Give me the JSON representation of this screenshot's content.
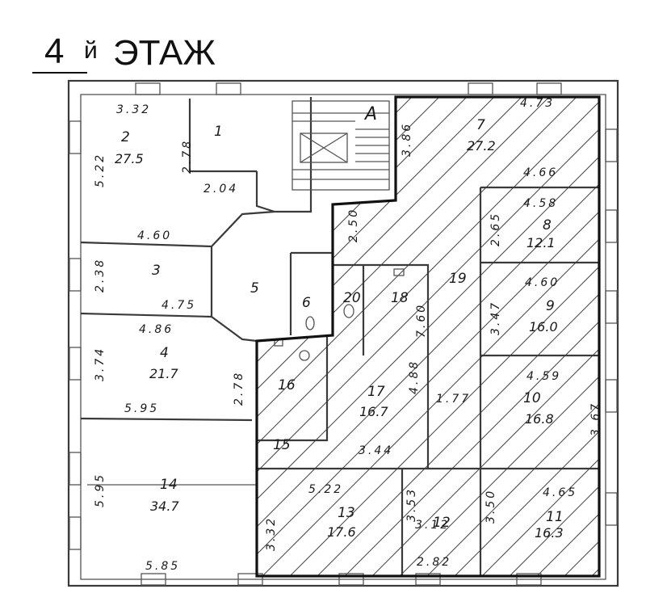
{
  "floor_number": "4",
  "floor_suffix": "й",
  "floor_word": "ЭТАЖ",
  "staircase_label": "А",
  "rooms": [
    {
      "id": "r1",
      "number": "1",
      "area": ""
    },
    {
      "id": "r2",
      "number": "2",
      "area": "27.5"
    },
    {
      "id": "r3",
      "number": "3",
      "area": ""
    },
    {
      "id": "r4",
      "number": "4",
      "area": "21.7"
    },
    {
      "id": "r5",
      "number": "5",
      "area": ""
    },
    {
      "id": "r6",
      "number": "6",
      "area": ""
    },
    {
      "id": "r7",
      "number": "7",
      "area": "27.2"
    },
    {
      "id": "r8",
      "number": "8",
      "area": "12.1"
    },
    {
      "id": "r9",
      "number": "9",
      "area": "16.0"
    },
    {
      "id": "r10",
      "number": "10",
      "area": "16.8"
    },
    {
      "id": "r11",
      "number": "11",
      "area": "16.3"
    },
    {
      "id": "r12",
      "number": "12",
      "area": ""
    },
    {
      "id": "r13",
      "number": "13",
      "area": "17.6"
    },
    {
      "id": "r14",
      "number": "14",
      "area": "34.7"
    },
    {
      "id": "r15",
      "number": "15",
      "area": ""
    },
    {
      "id": "r16",
      "number": "16",
      "area": ""
    },
    {
      "id": "r17",
      "number": "17",
      "area": "16.7"
    },
    {
      "id": "r18",
      "number": "18",
      "area": ""
    },
    {
      "id": "r19",
      "number": "19",
      "area": ""
    },
    {
      "id": "r20",
      "number": "20",
      "area": ""
    }
  ],
  "dimensions": {
    "d_3_32": "3.32",
    "d_2_78a": "2.78",
    "d_5_22a": "5.22",
    "d_2_04": "2.04",
    "d_4_60a": "4.60",
    "d_2_38": "2.38",
    "d_4_75": "4.75",
    "d_4_86": "4.86",
    "d_3_74": "3.74",
    "d_2_78b": "2.78",
    "d_5_95a": "5.95",
    "d_5_95b": "5.95",
    "d_5_85": "5.85",
    "d_4_73": "4.73",
    "d_3_86": "3.86",
    "d_4_66": "4.66",
    "d_2_50": "2.50",
    "d_4_58": "4.58",
    "d_2_65": "2.65",
    "d_4_60b": "4.60",
    "d_3_47": "3.47",
    "d_7_60": "7.60",
    "d_4_88": "4.88",
    "d_1_77": "1.77",
    "d_4_59": "4.59",
    "d_3_67": "3.67",
    "d_3_44": "3.44",
    "d_5_22b": "5.22",
    "d_4_65": "4.65",
    "d_3_32b": "3.32",
    "d_3_53": "3.53",
    "d_3_12": "3.12",
    "d_3_50": "3.50",
    "d_2_82": "2.82"
  }
}
